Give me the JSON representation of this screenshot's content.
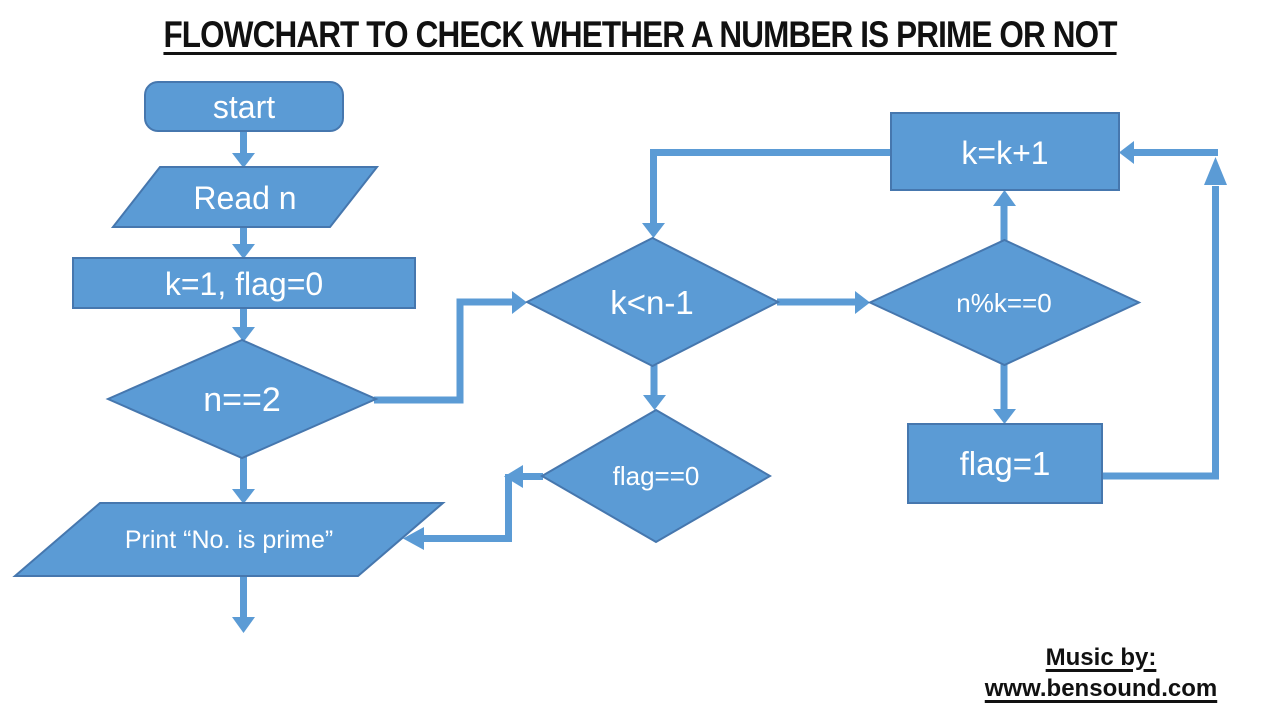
{
  "title": "FLOWCHART TO CHECK WHETHER A NUMBER IS PRIME OR NOT",
  "colors": {
    "shape_fill": "#5B9BD5",
    "shape_border": "#4677AE",
    "arrow": "#5B9BD5",
    "shape_text": "#FFFFFF",
    "title_text": "#111111"
  },
  "nodes": {
    "start": {
      "type": "terminator",
      "label": "start"
    },
    "read_n": {
      "type": "input-output",
      "label": "Read n"
    },
    "init": {
      "type": "process",
      "label": "k=1, flag=0"
    },
    "n_eq_2": {
      "type": "decision",
      "label": "n==2"
    },
    "print_prime": {
      "type": "input-output",
      "label": "Print “No. is prime”"
    },
    "k_lt_n1": {
      "type": "decision",
      "label": "k<n-1"
    },
    "n_mod_k": {
      "type": "decision",
      "label": "n%k==0"
    },
    "k_inc": {
      "type": "process",
      "label": "k=k+1"
    },
    "flag_set": {
      "type": "process",
      "label": "flag=1"
    },
    "flag_check": {
      "type": "decision",
      "label": "flag==0"
    }
  },
  "edges": [
    {
      "from": "start",
      "to": "read_n"
    },
    {
      "from": "read_n",
      "to": "init"
    },
    {
      "from": "init",
      "to": "n_eq_2"
    },
    {
      "from": "n_eq_2",
      "to": "print_prime"
    },
    {
      "from": "n_eq_2",
      "to": "k_lt_n1"
    },
    {
      "from": "k_lt_n1",
      "to": "n_mod_k"
    },
    {
      "from": "k_lt_n1",
      "to": "flag_check"
    },
    {
      "from": "n_mod_k",
      "to": "k_inc"
    },
    {
      "from": "n_mod_k",
      "to": "flag_set"
    },
    {
      "from": "k_inc",
      "to": "k_lt_n1"
    },
    {
      "from": "flag_set",
      "to": "k_inc"
    },
    {
      "from": "flag_check",
      "to": "print_prime"
    },
    {
      "from": "print_prime",
      "to": "end"
    }
  ],
  "footer": {
    "music_by": "Music by:",
    "website": "www.bensound.com"
  }
}
